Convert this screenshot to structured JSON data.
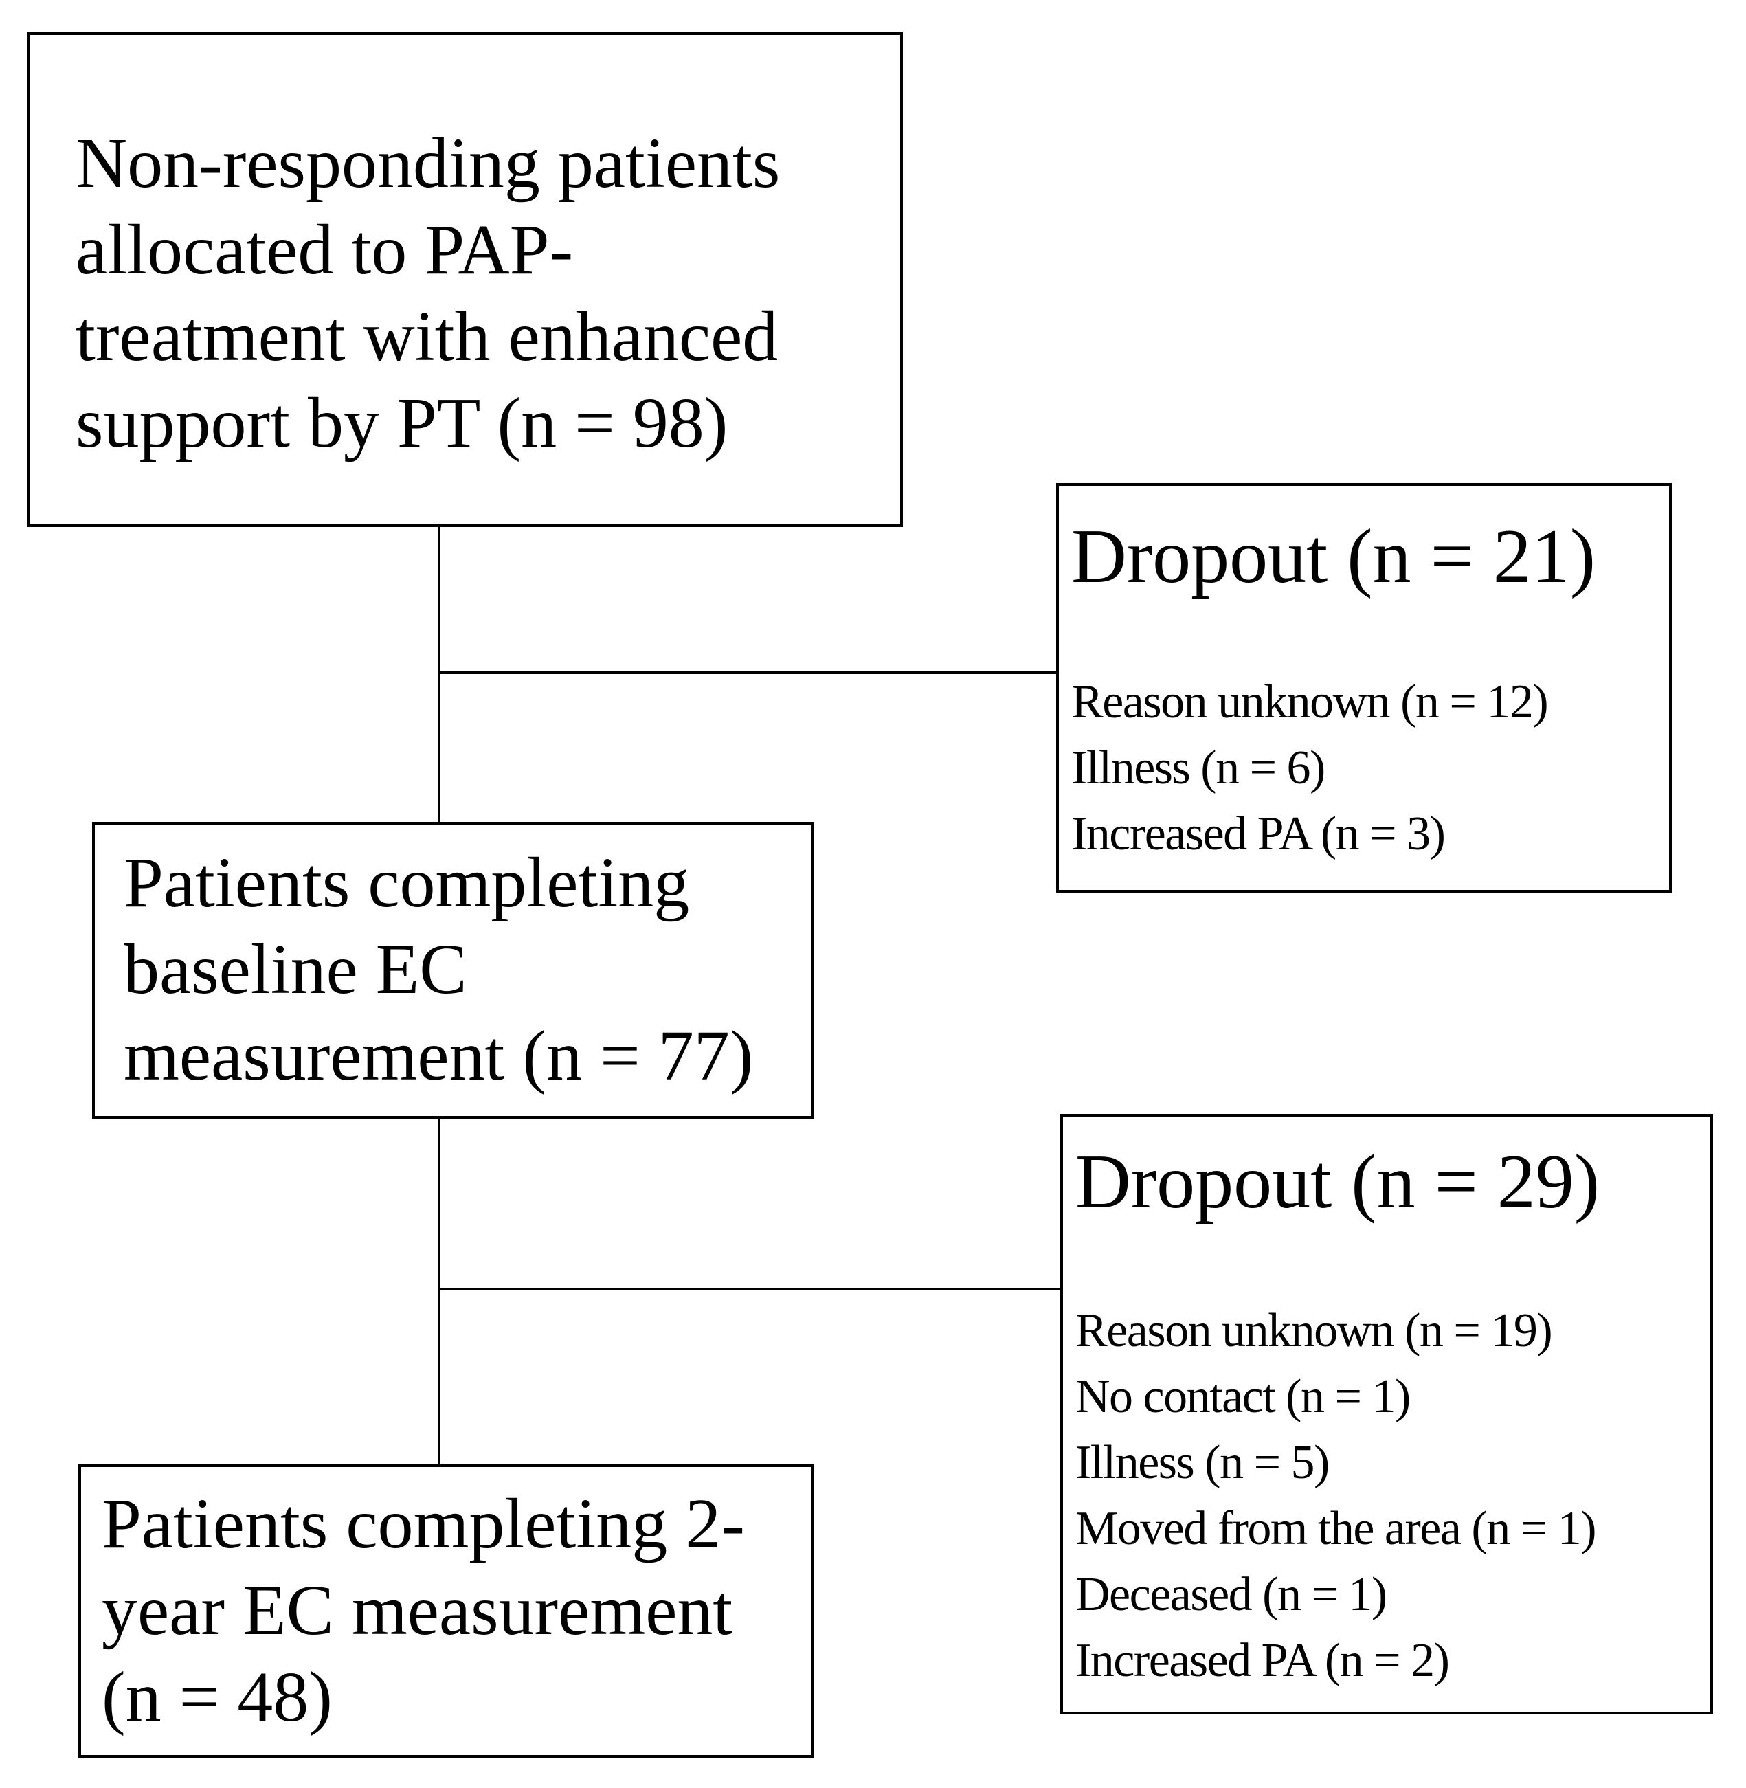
{
  "flow": {
    "start": {
      "lines": [
        "Non-responding patients",
        "allocated to PAP-",
        "treatment with enhanced",
        "support by PT  (n = 98)"
      ]
    },
    "dropout1": {
      "title": "Dropout (n = 21)",
      "reasons": [
        "Reason unknown (n = 12)",
        "Illness (n = 6)",
        "Increased PA (n = 3)"
      ]
    },
    "baseline": {
      "lines": [
        "Patients completing",
        "baseline EC",
        "measurement (n = 77)"
      ]
    },
    "dropout2": {
      "title": "Dropout (n = 29)",
      "reasons": [
        "Reason unknown (n = 19)",
        "No contact (n = 1)",
        "Illness (n = 5)",
        "Moved from the area (n = 1)",
        "Deceased (n = 1)",
        "Increased PA (n = 2)"
      ]
    },
    "twoyear": {
      "lines": [
        "Patients completing 2-",
        "year EC measurement",
        "(n = 48)"
      ]
    }
  }
}
